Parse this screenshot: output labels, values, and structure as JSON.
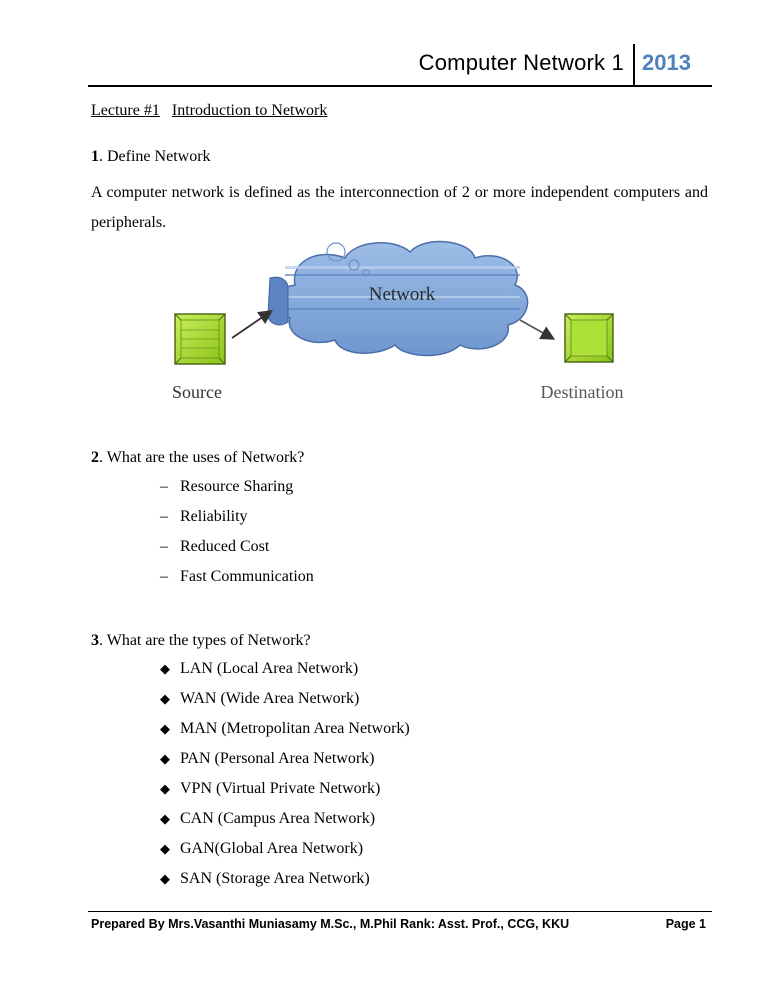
{
  "header": {
    "title": "Computer Network 1",
    "year": "2013"
  },
  "lecture": {
    "number": "Lecture #1",
    "title": "Introduction to Network"
  },
  "q1": {
    "num": "1",
    "text": ". Define Network",
    "answer": "A computer network is defined as the interconnection of 2 or more independent computers and peripherals."
  },
  "diagram": {
    "cloud_label": "Network",
    "source_label": "Source",
    "destination_label": "Destination"
  },
  "q2": {
    "num": "2",
    "text": ". What are the uses of Network?",
    "items": [
      "Resource Sharing",
      "Reliability",
      "Reduced Cost",
      "Fast Communication"
    ]
  },
  "q3": {
    "num": "3",
    "text": ". What are the types of Network?",
    "items": [
      "LAN (Local Area Network)",
      "WAN (Wide Area Network)",
      "MAN (Metropolitan Area Network)",
      "PAN (Personal Area Network)",
      "VPN (Virtual Private Network)",
      "CAN (Campus Area Network)",
      "GAN(Global Area Network)",
      "SAN (Storage Area Network)"
    ]
  },
  "footer": {
    "left": "Prepared By Mrs.Vasanthi Muniasamy M.Sc., M.Phil Rank: Asst. Prof., CCG, KKU",
    "right": "Page 1"
  },
  "colors": {
    "year": "#4f81bd",
    "cloud": "#7ea6d8",
    "node": "#9acd32"
  }
}
